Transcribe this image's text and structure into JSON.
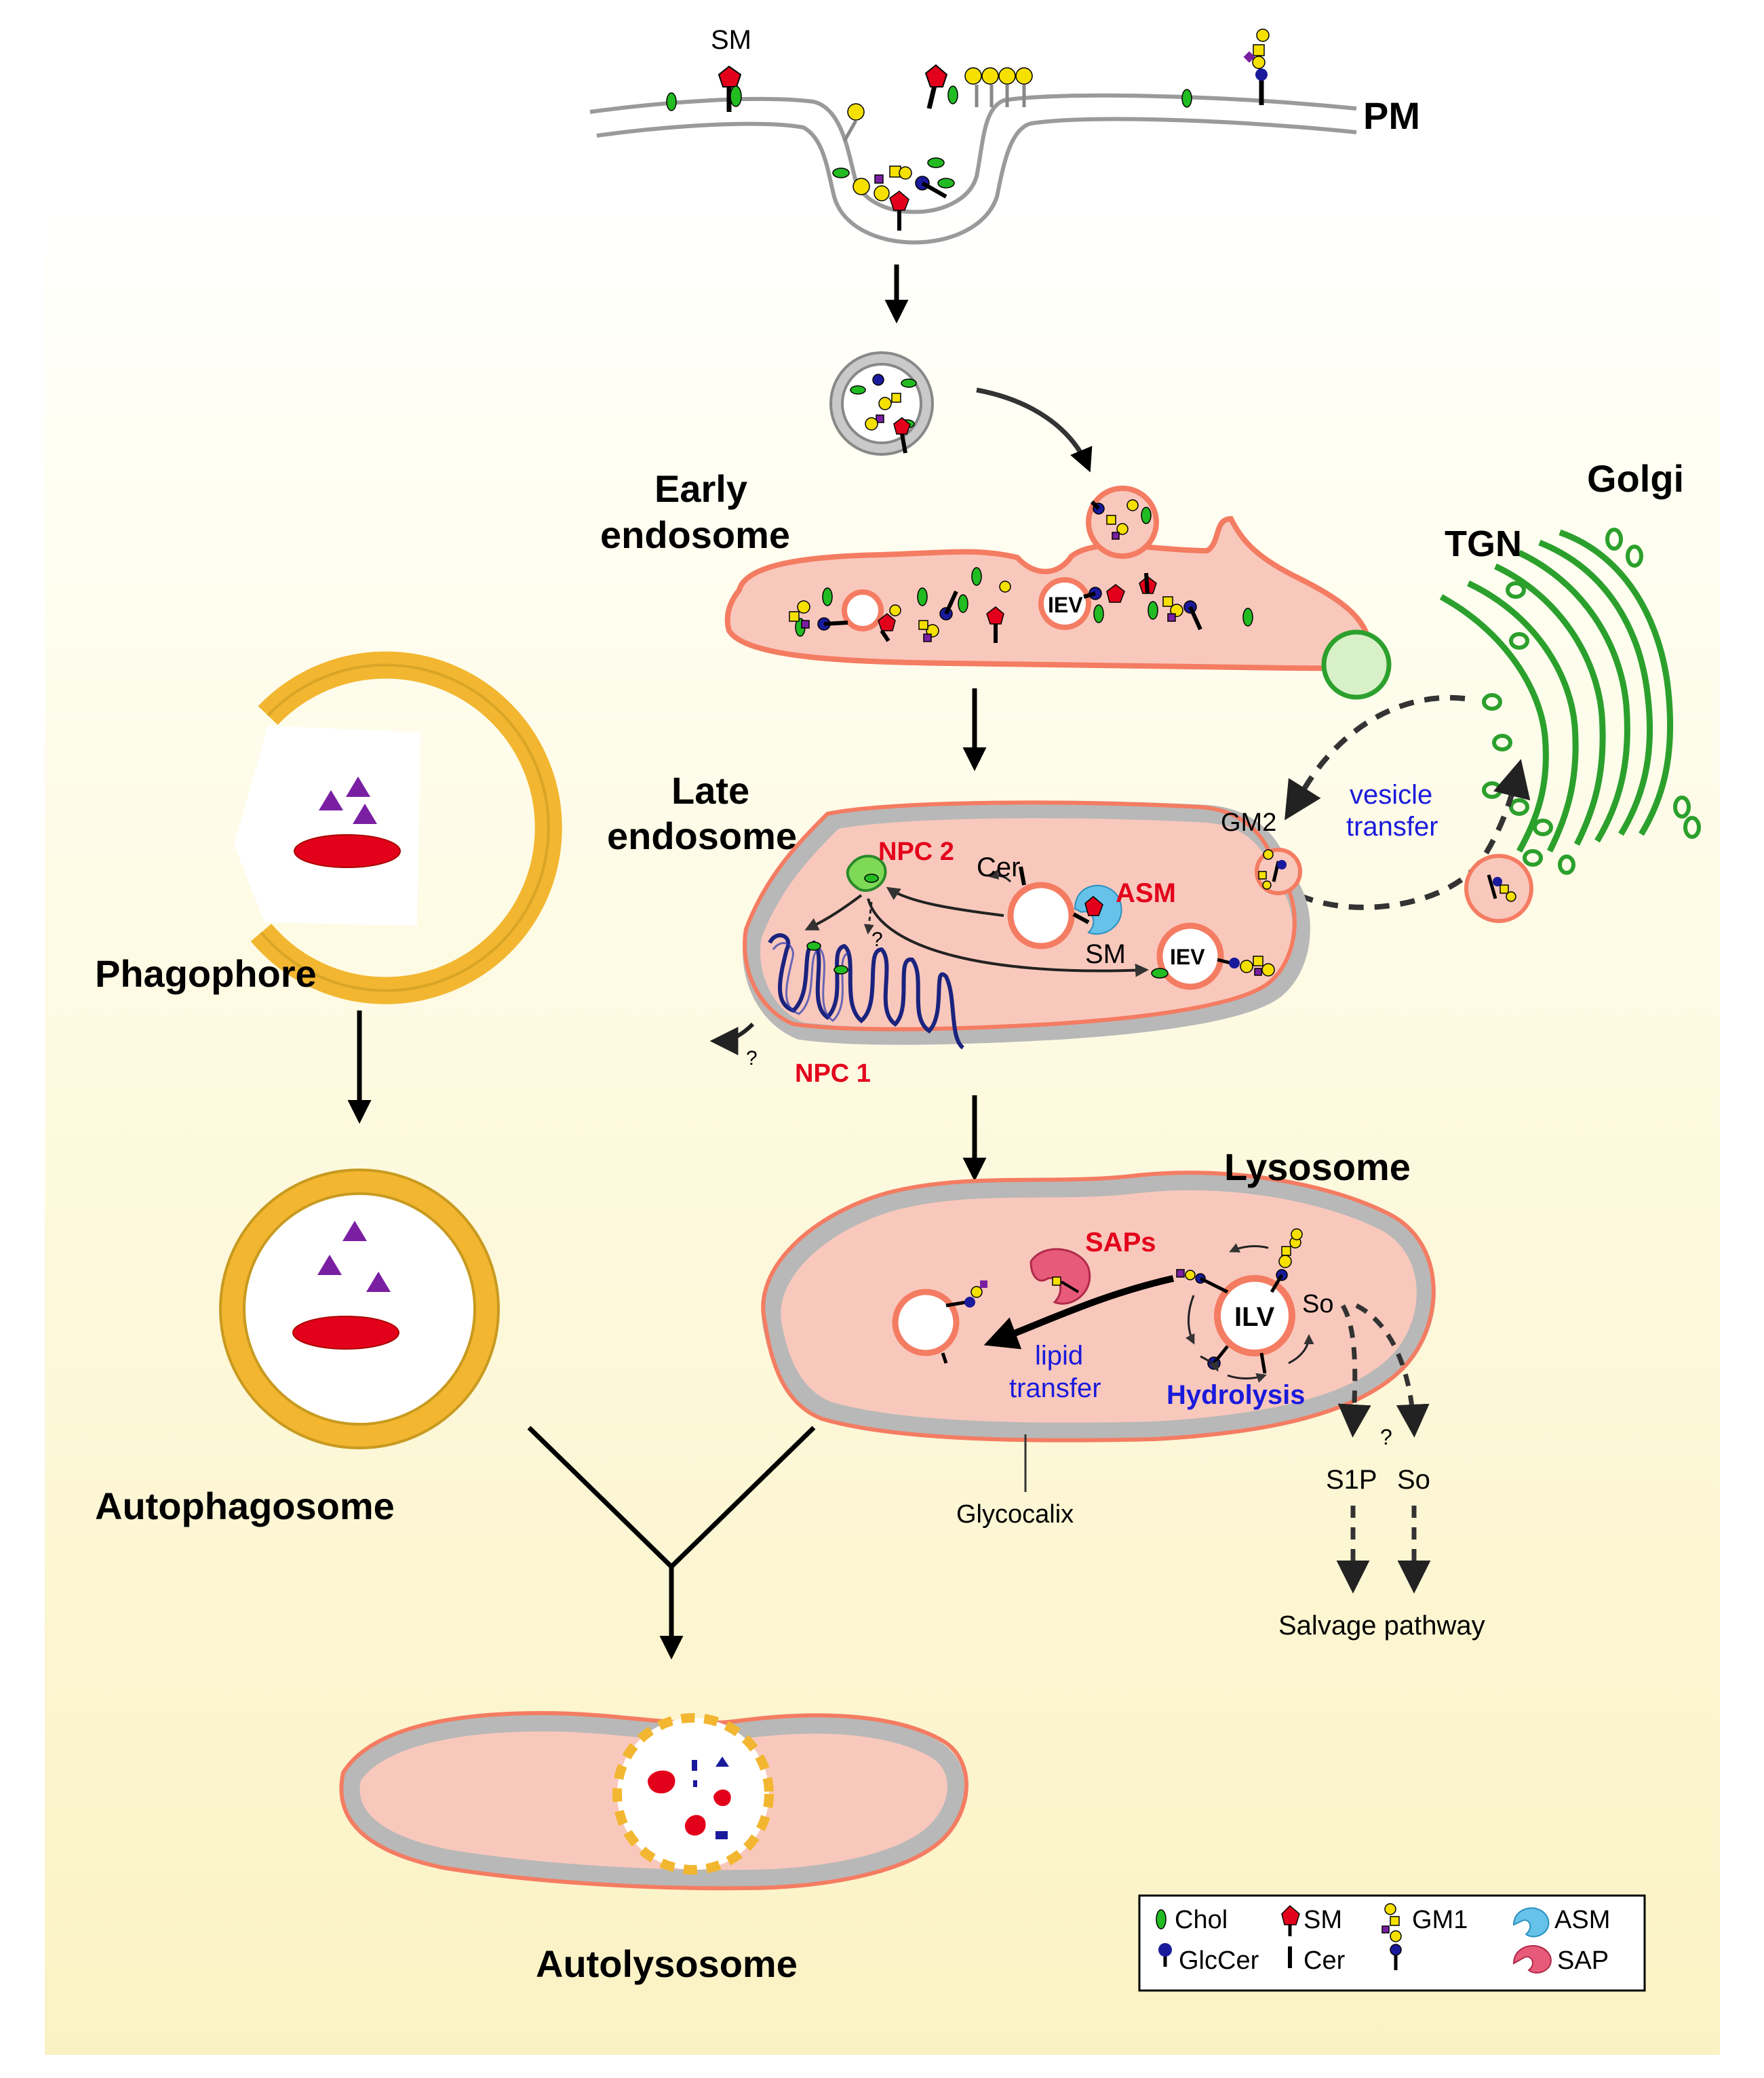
{
  "labels": {
    "pm": "PM",
    "sm_top": "SM",
    "early_endosome_1": "Early",
    "early_endosome_2": "endosome",
    "late_endosome_1": "Late",
    "late_endosome_2": "endosome",
    "lysosome": "Lysosome",
    "golgi": "Golgi",
    "tgn": "TGN",
    "phagophore": "Phagophore",
    "autophagosome": "Autophagosome",
    "autolysosome": "Autolysosome",
    "iev_early": "IEV",
    "iev_late": "IEV",
    "ilv": "ILV",
    "npc2": "NPC 2",
    "npc1": "NPC 1",
    "cer": "Cer",
    "asm": "ASM",
    "sm_late": "SM",
    "gm2": "GM2",
    "vesicle_transfer_1": "vesicle",
    "vesicle_transfer_2": "transfer",
    "question_1": "?",
    "question_2": "?",
    "question_3": "?",
    "saps": "SAPs",
    "lipid_transfer_1": "lipid",
    "lipid_transfer_2": "transfer",
    "hydrolysis": "Hydrolysis",
    "so_inside": "So",
    "s1p": "S1P",
    "so_out": "So",
    "salvage": "Salvage pathway",
    "glycocalix": "Glycocalix"
  },
  "legend": {
    "chol": "Chol",
    "sm": "SM",
    "gm1": "GM1",
    "asm": "ASM",
    "glccer": "GlcCer",
    "cer": "Cer",
    "sap": "SAP"
  },
  "colors": {
    "organelle_fill": "#f9c8bc",
    "organelle_border": "#f47c62",
    "glycocalix": "#b8b8b8",
    "golgi": "#2ca02c",
    "autophagy": "#f2b630",
    "red_label": "#e3001b",
    "blue_label": "#1a1adb",
    "chol": "#22bb22",
    "sm": "#e3001b",
    "glccer": "#1a1a9c",
    "gm1_sugar": "#f5e000",
    "sialic": "#7a1fa2",
    "asm": "#66c2e8",
    "sap": "#e85a7a"
  }
}
